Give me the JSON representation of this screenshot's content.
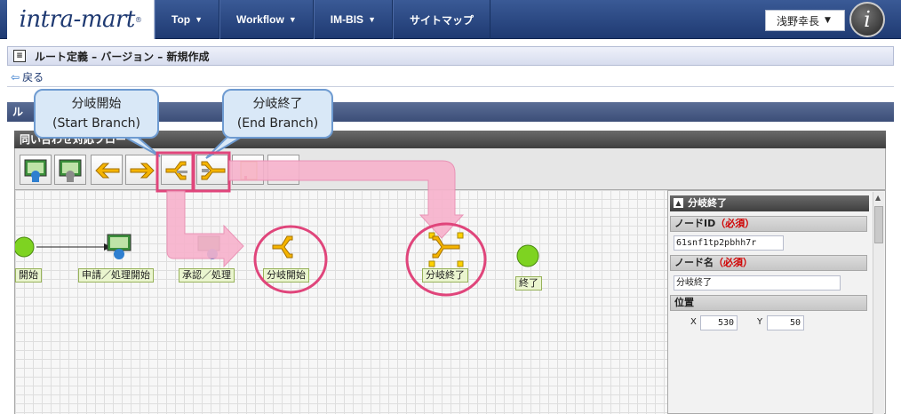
{
  "header": {
    "logo": "intra-mart",
    "nav": [
      {
        "label": "Top"
      },
      {
        "label": "Workflow"
      },
      {
        "label": "IM-BIS"
      },
      {
        "label": "サイトマップ"
      }
    ],
    "user": "浅野幸長"
  },
  "page": {
    "title": "ルート定義 – バージョン – 新規作成",
    "back": "戻る",
    "section_title": "ル",
    "flow_title": "同い合わせ対応フロー"
  },
  "canvas": {
    "nodes": [
      {
        "label": "開始"
      },
      {
        "label": "申請／処理開始"
      },
      {
        "label": "承認／処理"
      },
      {
        "label": "分岐開始"
      },
      {
        "label": "分岐終了"
      },
      {
        "label": "終了"
      }
    ]
  },
  "panel": {
    "header": "分岐終了",
    "node_id_label": "ノードID",
    "node_id_required": "（必須）",
    "node_id_value": "61snf1tp2pbhh7r",
    "node_name_label": "ノード名",
    "node_name_required": "（必須）",
    "node_name_value": "分岐終了",
    "position_label": "位置",
    "x_label": "X",
    "x_value": "530",
    "y_label": "Y",
    "y_value": "50"
  },
  "callouts": {
    "start_branch": {
      "line1": "分岐開始",
      "line2": "(Start Branch)"
    },
    "end_branch": {
      "line1": "分岐終了",
      "line2": "(End Branch)"
    }
  },
  "colors": {
    "header_bg": "#2b4a86",
    "highlight": "#e0457b",
    "callout_bg": "#d9e8f7",
    "node_label_bg": "#eaf5cf"
  }
}
